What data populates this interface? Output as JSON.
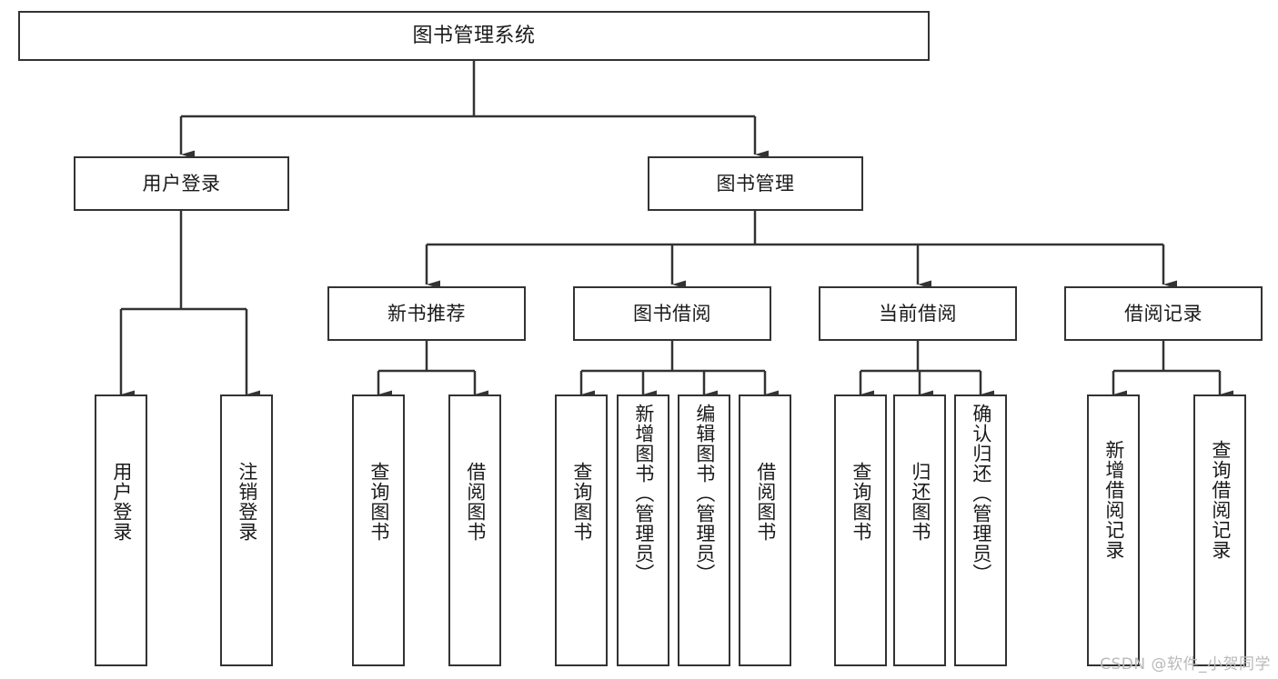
{
  "diagram": {
    "title_node": {
      "label": "图书管理系统"
    },
    "level1": [
      {
        "id": "user-login",
        "label": "用户登录"
      },
      {
        "id": "book-manage",
        "label": "图书管理"
      }
    ],
    "level2": [
      {
        "id": "new-book-recommend",
        "label": "新书推荐"
      },
      {
        "id": "book-borrow",
        "label": "图书借阅"
      },
      {
        "id": "current-borrow",
        "label": "当前借阅"
      },
      {
        "id": "borrow-record",
        "label": "借阅记录"
      }
    ],
    "leaves": [
      {
        "id": "leaf-user-login",
        "label": "用户登录",
        "group": "user-login"
      },
      {
        "id": "leaf-user-logout",
        "label": "注销登录",
        "group": "user-login"
      },
      {
        "id": "leaf-query-book-1",
        "label": "查询图书",
        "group": "new-book-recommend"
      },
      {
        "id": "leaf-borrow-book-1",
        "label": "借阅图书",
        "group": "new-book-recommend"
      },
      {
        "id": "leaf-query-book-2",
        "label": "查询图书",
        "group": "book-borrow"
      },
      {
        "id": "leaf-add-book",
        "label": "新增图书（管理员）",
        "group": "book-borrow"
      },
      {
        "id": "leaf-edit-book",
        "label": "编辑图书（管理员）",
        "group": "book-borrow"
      },
      {
        "id": "leaf-borrow-book-2",
        "label": "借阅图书",
        "group": "book-borrow"
      },
      {
        "id": "leaf-query-book-3",
        "label": "查询图书",
        "group": "current-borrow"
      },
      {
        "id": "leaf-return-book",
        "label": "归还图书",
        "group": "current-borrow"
      },
      {
        "id": "leaf-confirm-return",
        "label": "确认归还（管理员）",
        "group": "current-borrow"
      },
      {
        "id": "leaf-add-record",
        "label": "新增借阅记录",
        "group": "borrow-record"
      },
      {
        "id": "leaf-query-record",
        "label": "查询借阅记录",
        "group": "borrow-record"
      }
    ],
    "watermark": "CSDN @软件_小贺同学",
    "colors": {
      "stroke": "#333333",
      "box_fill": "#ffffff",
      "text": "#1a1a1a",
      "watermark": "#b9b9b9"
    }
  }
}
